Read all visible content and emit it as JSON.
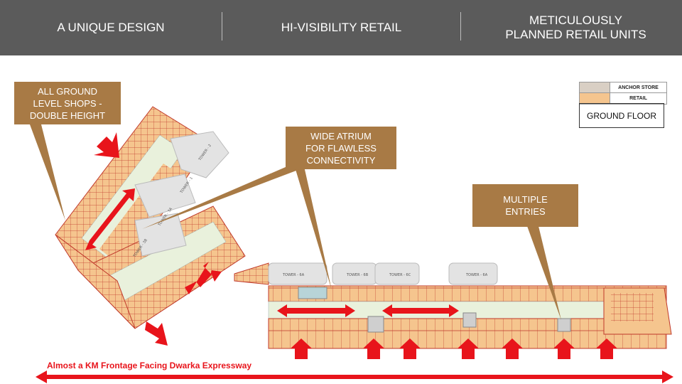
{
  "header": {
    "items": [
      {
        "label": "A UNIQUE DESIGN"
      },
      {
        "label": "HI-VISIBILITY RETAIL"
      },
      {
        "label": "METICULOUSLY\nPLANNED RETAIL UNITS"
      }
    ]
  },
  "callouts": {
    "ground_shops": "ALL GROUND\nLEVEL SHOPS -\nDOUBLE HEIGHT",
    "atrium": "WIDE ATRIUM\nFOR FLAWLESS\nCONNECTIVITY",
    "entries": "MULTIPLE\nENTRIES"
  },
  "legend": {
    "anchor_label": "ANCHOR STORE",
    "anchor_color": "#d9cfc4",
    "retail_label": "RETAIL",
    "retail_color": "#f5c58e"
  },
  "floor_label": "GROUND FLOOR",
  "frontage_text": "Almost a KM Frontage Facing Dwarka Expressway",
  "towers": [
    "TOWER - 2",
    "TOWER - 1",
    "TOWER - 3A",
    "TOWER - 3B",
    "TOWER - 6A",
    "TOWER - 6B",
    "TOWER - 6C",
    "TOWER - 6A"
  ],
  "colors": {
    "header_bg": "#5b5b5b",
    "callout_bg": "#a87a45",
    "arrow_red": "#e8141b",
    "retail": "#f5c58e",
    "corridor": "#e9f1dc",
    "wall": "#c0392b"
  }
}
